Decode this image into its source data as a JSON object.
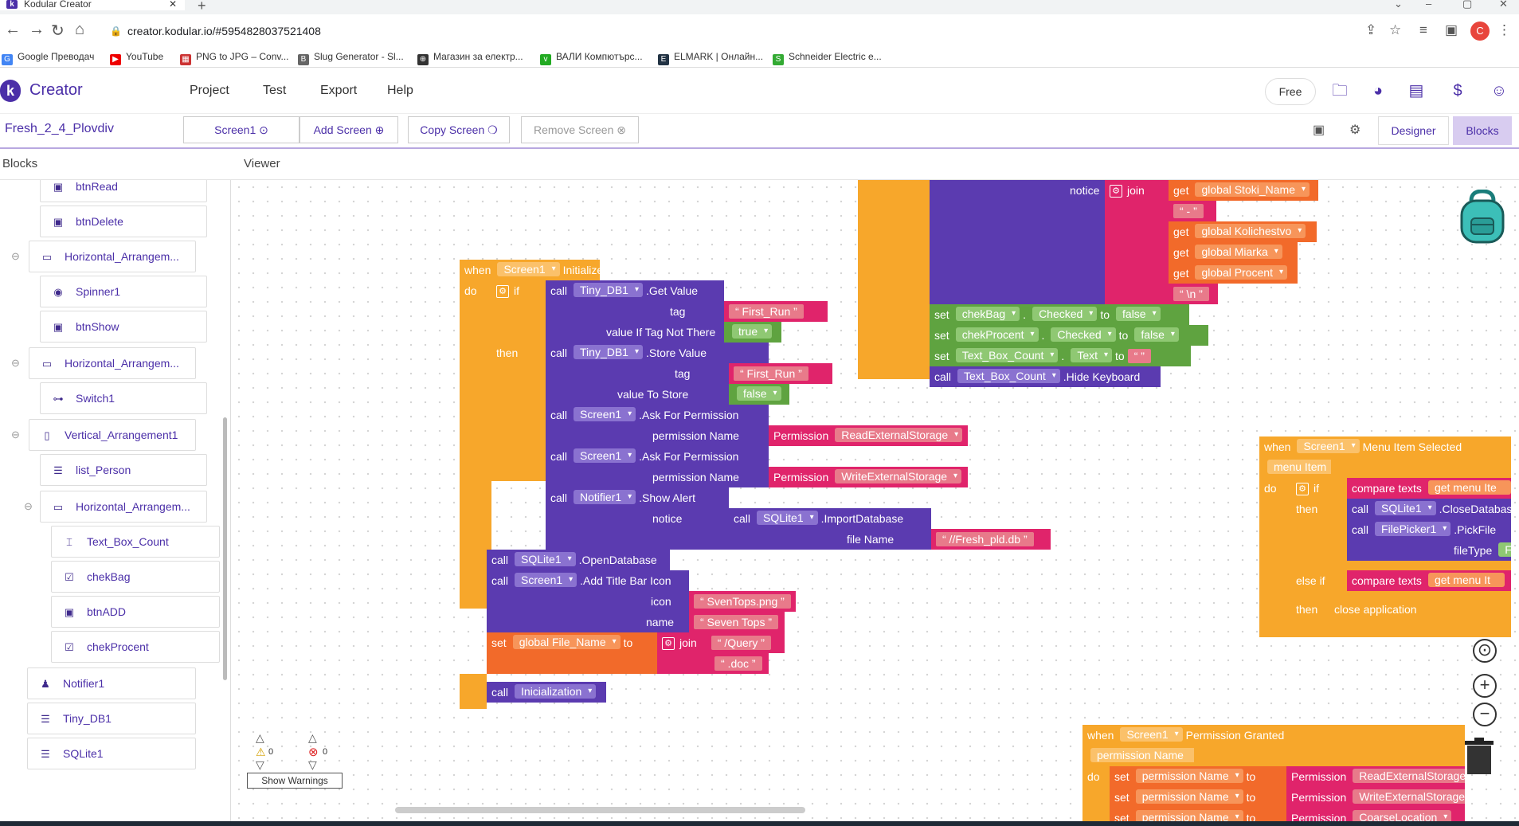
{
  "browser": {
    "tab_title": "Kodular Creator",
    "url": "creator.kodular.io/#5954828037521408",
    "profile_initial": "C",
    "bookmarks": [
      "Google Преводач",
      "YouTube",
      "PNG to JPG – Conv...",
      "Slug Generator - Sl...",
      "Магазин за електр...",
      "ВАЛИ Компютърс...",
      "ELMARK | Онлайн...",
      "Schneider Electric е..."
    ]
  },
  "app": {
    "brand": "Creator",
    "menu": [
      "Project",
      "Test",
      "Export",
      "Help"
    ],
    "free_label": "Free"
  },
  "toolbar": {
    "project_name": "Fresh_2_4_Plovdiv",
    "screen_select": "Screen1",
    "add_screen": "Add Screen",
    "copy_screen": "Copy Screen",
    "remove_screen": "Remove Screen",
    "designer": "Designer",
    "blocks": "Blocks"
  },
  "panels": {
    "left": "Blocks",
    "right": "Viewer"
  },
  "components": [
    {
      "label": "btnRead",
      "icon": "button-icon"
    },
    {
      "label": "btnDelete",
      "icon": "button-icon"
    },
    {
      "label": "Horizontal_Arrangem...",
      "icon": "horizontal-arrangement-icon"
    },
    {
      "label": "Spinner1",
      "icon": "spinner-icon"
    },
    {
      "label": "btnShow",
      "icon": "button-icon"
    },
    {
      "label": "Horizontal_Arrangem...",
      "icon": "horizontal-arrangement-icon"
    },
    {
      "label": "Switch1",
      "icon": "switch-icon"
    },
    {
      "label": "Vertical_Arrangement1",
      "icon": "vertical-arrangement-icon"
    },
    {
      "label": "list_Person",
      "icon": "list-icon"
    },
    {
      "label": "Horizontal_Arrangem...",
      "icon": "horizontal-arrangement-icon"
    },
    {
      "label": "Text_Box_Count",
      "icon": "textbox-icon"
    },
    {
      "label": "chekBag",
      "icon": "checkbox-icon"
    },
    {
      "label": "btnADD",
      "icon": "button-icon"
    },
    {
      "label": "chekProcent",
      "icon": "checkbox-icon"
    },
    {
      "label": "Notifier1",
      "icon": "notifier-icon"
    },
    {
      "label": "Tiny_DB1",
      "icon": "database-icon"
    },
    {
      "label": "SQLite1",
      "icon": "database-icon"
    }
  ],
  "warnings": {
    "warn_count": "0",
    "error_count": "0",
    "button": "Show Warnings"
  },
  "blocks": {
    "init": {
      "when": "when",
      "screen": "Screen1",
      "event": "Initialize",
      "do": "do",
      "if": "if",
      "then": "then",
      "call": "call",
      "tinydb": "Tiny_DB1",
      "get_value": "Get Value",
      "tag": "tag",
      "first_run": "First_Run",
      "value_if_not": "value If Tag Not There",
      "true": "true",
      "store_value": "Store Value",
      "value_to_store": "value To Store",
      "false": "false",
      "ask_perm": "Ask For Permission",
      "perm_name": "permission Name",
      "permission": "Permission",
      "read_ext": "ReadExternalStorage",
      "write_ext": "WriteExternalStorage",
      "notifier": "Notifier1",
      "show_alert": "Show Alert",
      "notice": "notice",
      "sqlite": "SQLite1",
      "import_db": "ImportDatabase",
      "file_name": "file Name",
      "fresh_db": "//Fresh_pld.db",
      "open_db": "OpenDatabase",
      "add_title_icon": "Add Title Bar Icon",
      "icon": "icon",
      "icon_val": "SvenTops.png",
      "name": "name",
      "name_val": "Seven Tops",
      "set": "set",
      "global_file": "global File_Name",
      "to": "to",
      "join": "join",
      "query": "/Query",
      "doc": ".doc",
      "inicial": "Inicialization"
    },
    "top": {
      "notice": "notice",
      "join": "join",
      "get": "get",
      "stoki": "global Stoki_Name",
      "dash": "-",
      "kolich": "global Kolichestvo",
      "miarka": "global Miarka",
      "procent": "global Procent",
      "newline": "\\n",
      "set": "set",
      "chekbag": "chekBag",
      "checked": "Checked",
      "to": "to",
      "false": "false",
      "chekprocent": "chekProcent",
      "textbox": "Text_Box_Count",
      "text": "Text",
      "call": "call",
      "hide_kb": "Hide Keyboard",
      "empty": " "
    },
    "menu": {
      "when": "when",
      "screen": "Screen1",
      "event": "Menu Item Selected",
      "menu_item": "menu Item",
      "do": "do",
      "if": "if",
      "compare": "compare texts",
      "get": "get",
      "menu_item_trunc": "menu Ite",
      "then": "then",
      "call": "call",
      "sqlite": "SQLite1",
      "close_db": "CloseDatabase",
      "filepicker": "FilePicker1",
      "pick_file": "PickFile",
      "file_type": "fileType",
      "file_trunc": "Fil",
      "else_if": "else if",
      "menu_it": "menu It",
      "close_app": "close application"
    },
    "perm": {
      "when": "when",
      "screen": "Screen1",
      "event": "Permission Granted",
      "perm_name": "permission Name",
      "do": "do",
      "set": "set",
      "to": "to",
      "permission": "Permission",
      "read_ext": "ReadExternalStorage",
      "write_ext": "WriteExternalStorage",
      "coarse": "CoarseLocation"
    }
  },
  "colors": {
    "brand": "#4b2fa8",
    "event": "#f7a72b",
    "control": "#f7a72b",
    "component": "#5b3bb0",
    "text": "#e0246b",
    "logic": "#5fa340",
    "variable": "#f26a2a",
    "screen": "#f7a72b"
  }
}
